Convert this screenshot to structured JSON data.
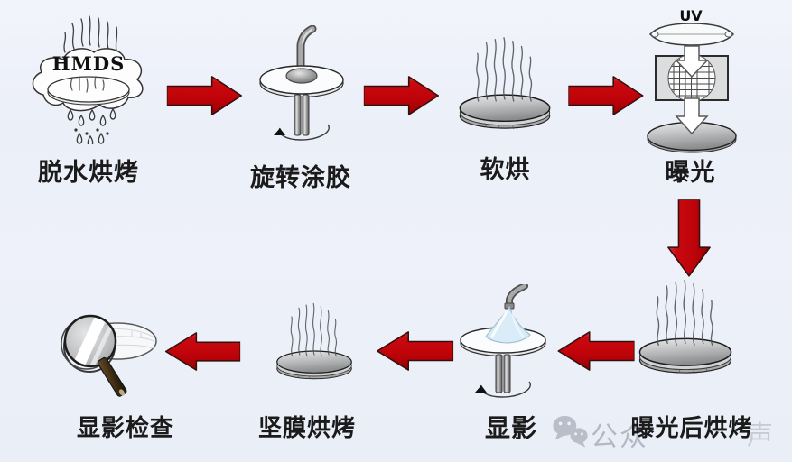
{
  "diagram": {
    "description_labels_language": "zh",
    "colors": {
      "background": "#edf1f9",
      "arrow_red": "#c00309",
      "label_text": "#1b1b1b",
      "watermark_gray": "#b3b9c4",
      "developer_spray": "#d9ecf7"
    },
    "steps": {
      "dehydration_bake": {
        "label": "脱水烘烤",
        "icon_text": "HMDS"
      },
      "spin_coating": {
        "label": "旋转涂胶"
      },
      "soft_bake": {
        "label": "软烘"
      },
      "exposure": {
        "label": "曝光",
        "icon_text": "UV"
      },
      "post_exposure_bake": {
        "label": "曝光后烘烤"
      },
      "development": {
        "label": "显影"
      },
      "hard_bake": {
        "label": "坚膜烘烤"
      },
      "develop_inspection": {
        "label": "显影检查"
      }
    },
    "watermark": {
      "icon": "wechat-icon",
      "text": "公众",
      "faint_trailing_text": "声"
    }
  }
}
